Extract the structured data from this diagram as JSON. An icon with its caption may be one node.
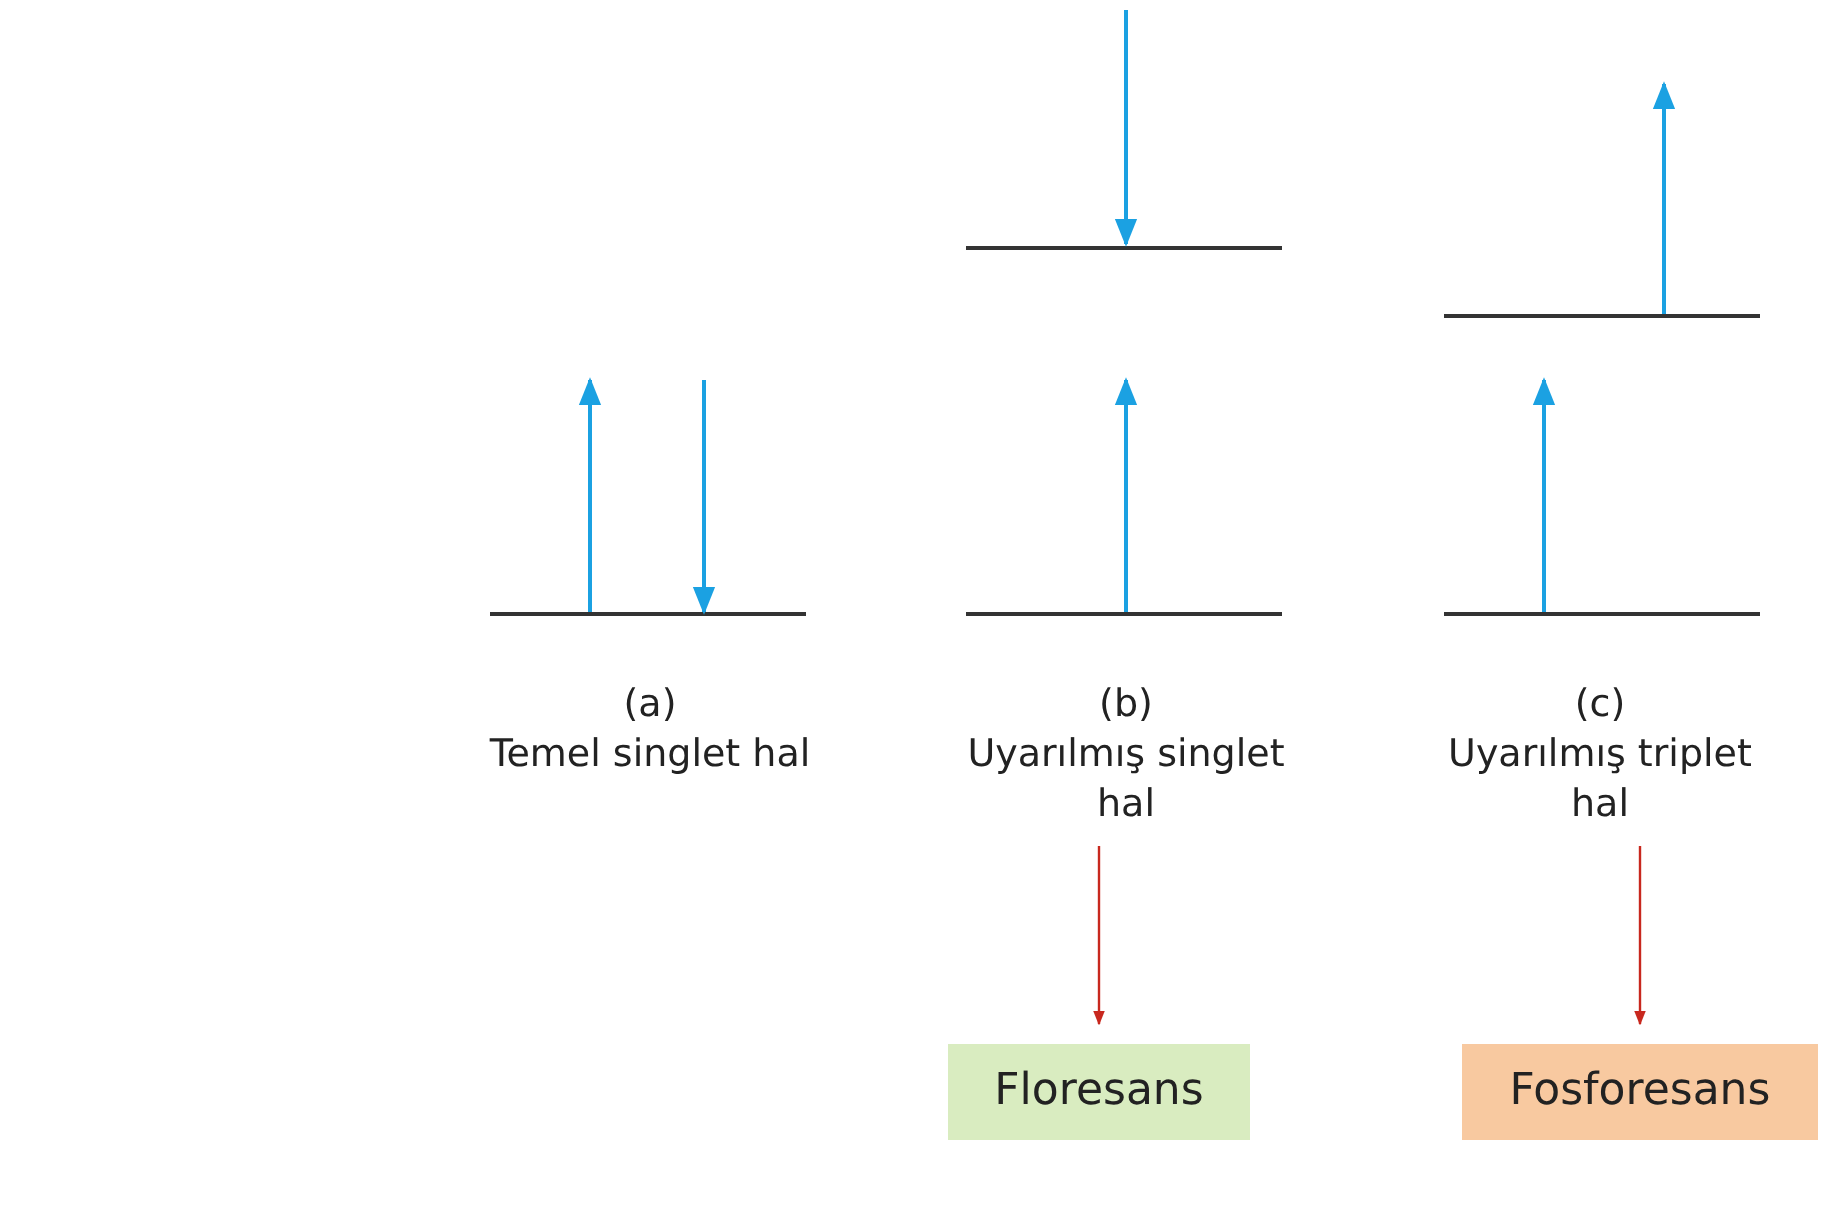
{
  "diagram": {
    "nodes": [
      {
        "text": [
          "(b)",
          "Uyarılmış singlet hal"
        ]
      },
      {
        "text": [
          "Floresans"
        ]
      },
      {
        "text": [
          "(c)",
          "Uyarılmış triplet hal"
        ]
      },
      {
        "text": [
          "Fosforesans"
        ]
      }
    ],
    "edges": [
      {
        "from": 0,
        "to": 1,
        "arrow": "to"
      },
      {
        "from": 2,
        "to": 3,
        "arrow": "to"
      }
    ],
    "labels": [
      "(a)",
      "Temel singlet hal"
    ]
  }
}
